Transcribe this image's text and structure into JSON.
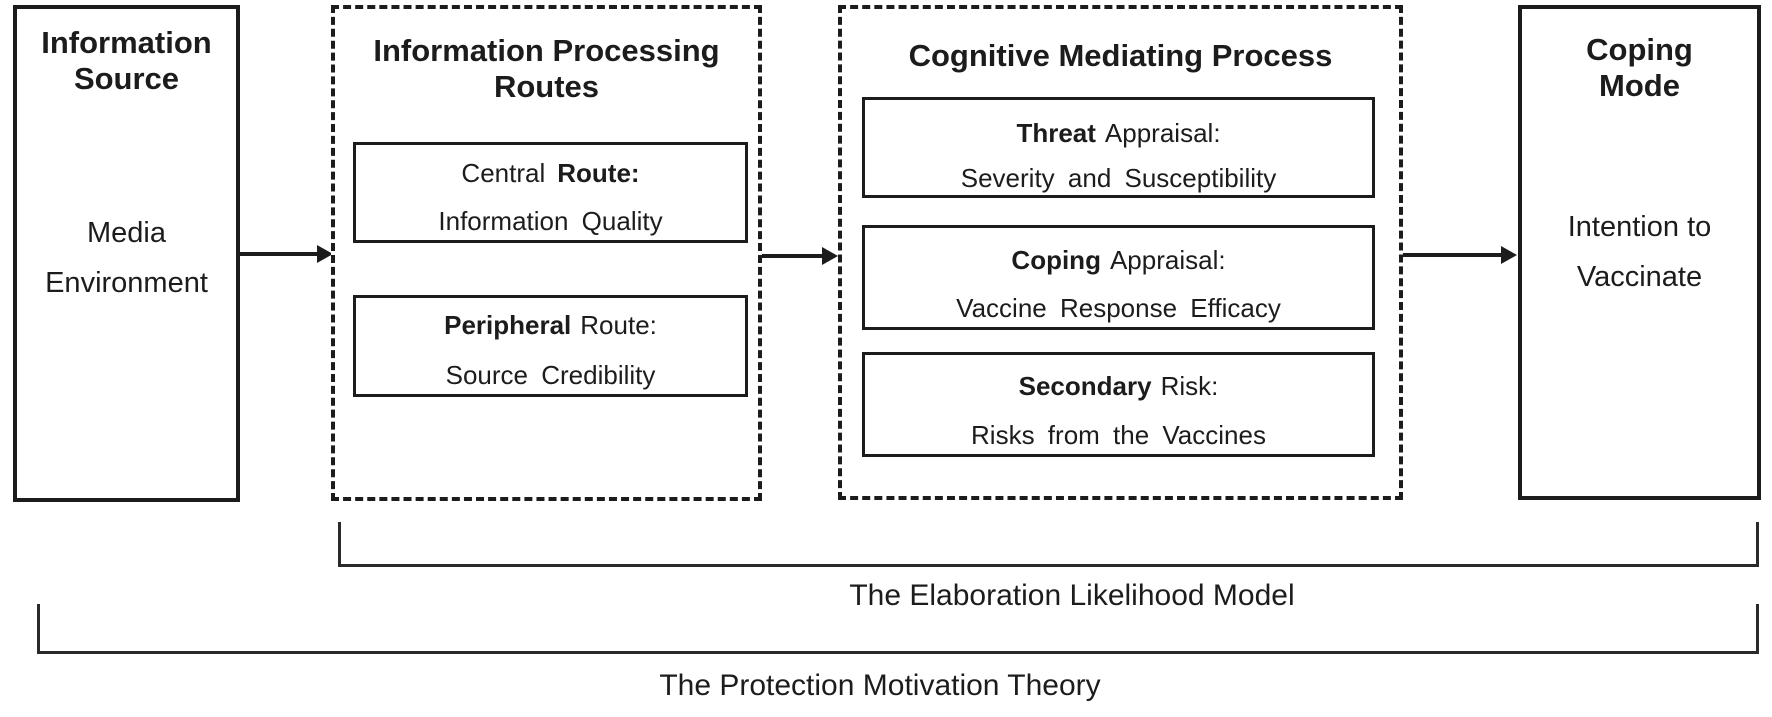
{
  "figure": {
    "info_source": {
      "title": [
        "Information",
        "Source"
      ],
      "body": [
        "Media",
        "Environment"
      ]
    },
    "processing_routes": {
      "title": [
        "Information Processing",
        "Routes"
      ],
      "boxes": [
        {
          "head_a": "Central",
          "head_b": "Route:",
          "body": "Information Quality"
        },
        {
          "head_a": "Peripheral",
          "head_b": "Route:",
          "body": "Source Credibility"
        }
      ]
    },
    "cognitive_process": {
      "title": "Cognitive Mediating Process",
      "boxes": [
        {
          "head_a": "Threat",
          "head_b": "Appraisal:",
          "body": "Severity and Susceptibility"
        },
        {
          "head_a": "Coping",
          "head_b": "Appraisal:",
          "body": "Vaccine Response Efficacy"
        },
        {
          "head_a": "Secondary",
          "head_b": "Risk:",
          "body": "Risks from the Vaccines"
        }
      ]
    },
    "coping_mode": {
      "title": [
        "Coping",
        "Mode"
      ],
      "body": [
        "Intention to",
        "Vaccinate"
      ]
    },
    "brackets": [
      {
        "label": "The Elaboration Likelihood Model"
      },
      {
        "label": "The Protection Motivation Theory"
      }
    ],
    "colors": {
      "line": "#1c1c1c",
      "background": "#ffffff"
    }
  }
}
